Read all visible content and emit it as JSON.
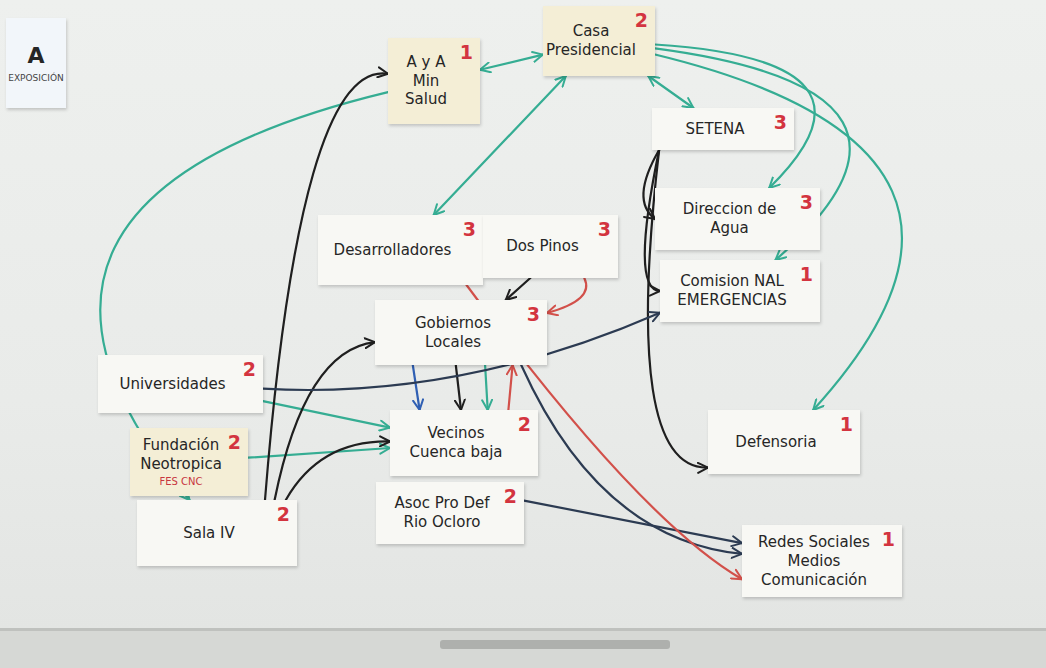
{
  "diagram": {
    "nodes": [
      {
        "text": [
          "A y A Min Salud",
          "1"
        ]
      },
      {
        "text": [
          "Casa Presidencial",
          "2"
        ]
      },
      {
        "text": [
          "SETENA",
          "3"
        ]
      },
      {
        "text": [
          "Direccion de Agua",
          "3"
        ]
      },
      {
        "text": [
          "Comision NAL EMERGENCIAS",
          "1"
        ]
      },
      {
        "text": [
          "Desarrolladores",
          "3"
        ]
      },
      {
        "text": [
          "Dos Pinos",
          "3"
        ]
      },
      {
        "text": [
          "Gobiernos Locales",
          "3"
        ]
      },
      {
        "text": [
          "Universidades",
          "2"
        ]
      },
      {
        "text": [
          "Fundación Neotropica",
          "2",
          "FES CNC"
        ]
      },
      {
        "text": [
          "Vecinos Cuenca baja",
          "2"
        ]
      },
      {
        "text": [
          "Asoc Pro Def Rio Ocloro",
          "2"
        ]
      },
      {
        "text": [
          "Sala IV",
          "2"
        ]
      },
      {
        "text": [
          "Defensoria",
          "1"
        ]
      },
      {
        "text": [
          "Redes Sociales Medios Comunicación",
          "1"
        ]
      },
      {
        "text": [
          "A",
          "EXPOSICIÓN"
        ]
      }
    ],
    "edges": [
      {
        "from": 0,
        "to": 1,
        "arrow": "both"
      },
      {
        "from": 1,
        "to": 2,
        "arrow": "both"
      },
      {
        "from": 1,
        "to": 5,
        "arrow": "both"
      },
      {
        "from": 1,
        "to": 3,
        "arrow": "to"
      },
      {
        "from": 1,
        "to": 4,
        "arrow": "to"
      },
      {
        "from": 1,
        "to": 13,
        "arrow": "to"
      },
      {
        "from": 0,
        "to": 12,
        "arrow": "to"
      },
      {
        "from": 8,
        "to": 10,
        "arrow": "to"
      },
      {
        "from": 9,
        "to": 10,
        "arrow": "to"
      },
      {
        "from": 12,
        "to": 0,
        "arrow": "to"
      },
      {
        "from": 12,
        "to": 7,
        "arrow": "to"
      },
      {
        "from": 12,
        "to": 10,
        "arrow": "to"
      },
      {
        "from": 7,
        "to": 10,
        "arrow": "to"
      },
      {
        "from": 7,
        "to": 10,
        "arrow": "to"
      },
      {
        "from": 7,
        "to": 10,
        "arrow": "to"
      },
      {
        "from": 10,
        "to": 7,
        "arrow": "to"
      },
      {
        "from": 6,
        "to": 7,
        "arrow": "to"
      },
      {
        "from": 6,
        "to": 7,
        "arrow": "to"
      },
      {
        "from": 2,
        "to": 3,
        "arrow": "to"
      },
      {
        "from": 2,
        "to": 4,
        "arrow": "to"
      },
      {
        "from": 2,
        "to": 13,
        "arrow": "to"
      },
      {
        "from": 7,
        "to": 14,
        "arrow": "to"
      },
      {
        "from": 11,
        "to": 14,
        "arrow": "to"
      },
      {
        "from": 5,
        "to": 14,
        "arrow": "to"
      },
      {
        "from": 8,
        "to": 4,
        "arrow": "to"
      }
    ]
  }
}
